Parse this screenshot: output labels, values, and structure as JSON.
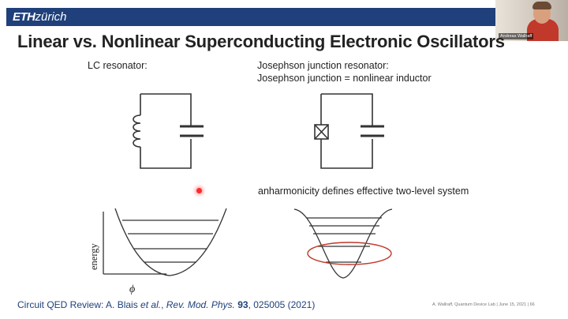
{
  "header": {
    "logo_bold": "ETH",
    "logo_italic": "zürich",
    "participant_name": "Andreas Wallraff"
  },
  "slide": {
    "title": "Linear vs. Nonlinear Superconducting Electronic Oscillators",
    "lc_label": "LC resonator:",
    "jj_label_line1": "Josephson junction resonator:",
    "jj_label_line2": "Josephson junction = nonlinear inductor",
    "anharmonicity_label": "anharmonicity defines effective two-level system",
    "energy_axis_label": "energy",
    "phi_axis_label": "ϕ",
    "citation": {
      "prefix": "Circuit QED Review: A. Blais ",
      "et_al": "et al.",
      "sep": ", ",
      "journal": "Rev. Mod. Phys.",
      "space": " ",
      "volume": "93",
      "rest": ", 025005 (2021)"
    },
    "footer": "A. Wallraff, Quantum Device Lab   |   June 15, 2021   |   66"
  },
  "colors": {
    "eth_blue": "#1f407a",
    "line": "#333333",
    "ellipse": "#c0392b",
    "laser": "#ff2a2a"
  }
}
